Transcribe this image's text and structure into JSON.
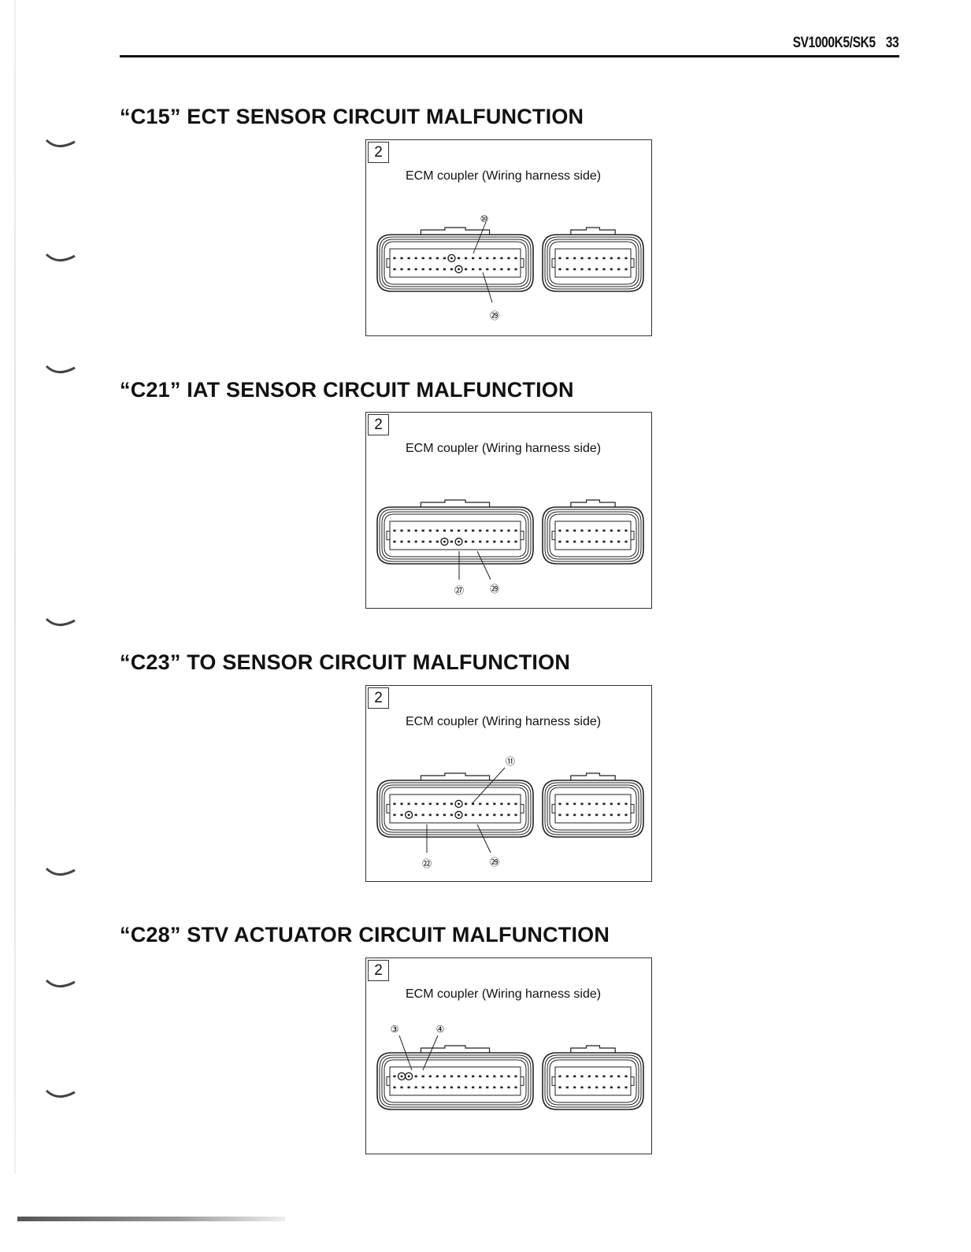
{
  "header": {
    "model_code": "SV1000K5/SK5",
    "page_number": "33"
  },
  "sections": [
    {
      "title": "“C15” ECT SENSOR CIRCUIT MALFUNCTION",
      "figure": {
        "number": "2",
        "caption": "ECM coupler (Wiring harness side)",
        "callouts": [
          "⑩",
          "㉙"
        ]
      }
    },
    {
      "title": "“C21” IAT SENSOR CIRCUIT MALFUNCTION",
      "figure": {
        "number": "2",
        "caption": "ECM coupler (Wiring harness side)",
        "callouts": [
          "㉗",
          "㉙"
        ]
      }
    },
    {
      "title": "“C23” TO SENSOR CIRCUIT MALFUNCTION",
      "figure": {
        "number": "2",
        "caption": "ECM coupler (Wiring harness side)",
        "callouts": [
          "⑪",
          "㉒",
          "㉙"
        ]
      }
    },
    {
      "title": "“C28” STV ACTUATOR CIRCUIT MALFUNCTION",
      "figure": {
        "number": "2",
        "caption": "ECM coupler (Wiring harness side)",
        "callouts": [
          "③",
          "④"
        ]
      }
    }
  ]
}
